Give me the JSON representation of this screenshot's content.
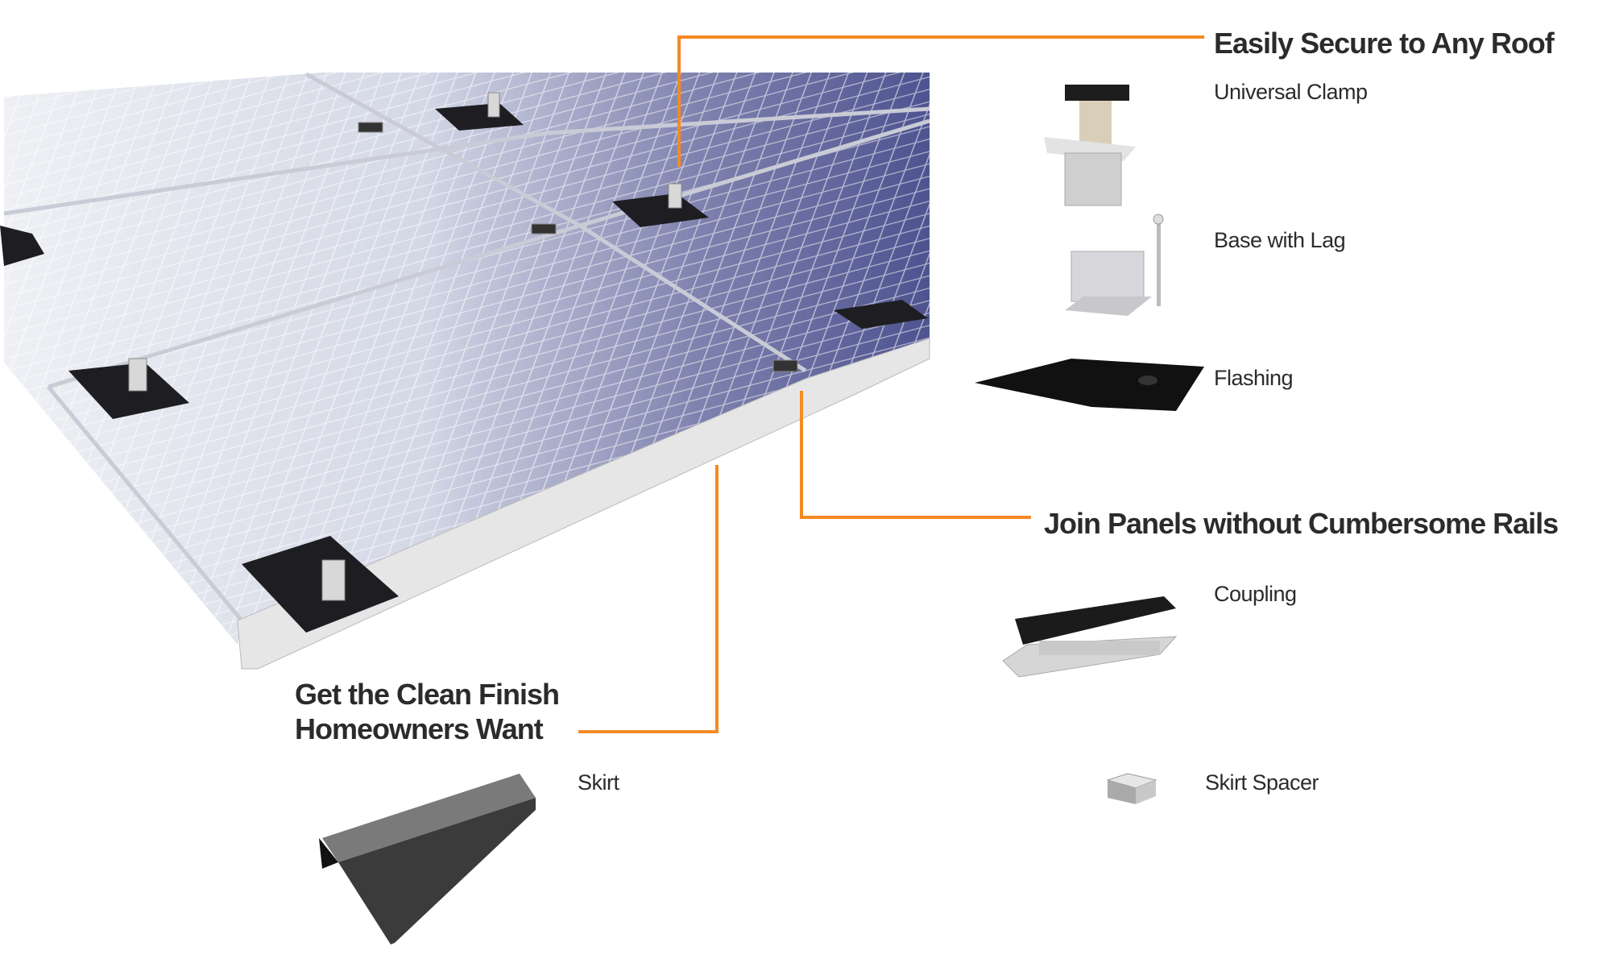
{
  "headlines": {
    "roof": "Easily Secure to Any Roof",
    "rails": "Join Panels without Cumbersome Rails",
    "finish_line1": "Get the Clean Finish",
    "finish_line2": "Homeowners Want"
  },
  "components": {
    "universal_clamp": "Universal Clamp",
    "base_with_lag": "Base with Lag",
    "flashing": "Flashing",
    "coupling": "Coupling",
    "skirt": "Skirt",
    "skirt_spacer": "Skirt Spacer"
  },
  "colors": {
    "accent": "#f58a24",
    "text": "#2b2b2b"
  }
}
